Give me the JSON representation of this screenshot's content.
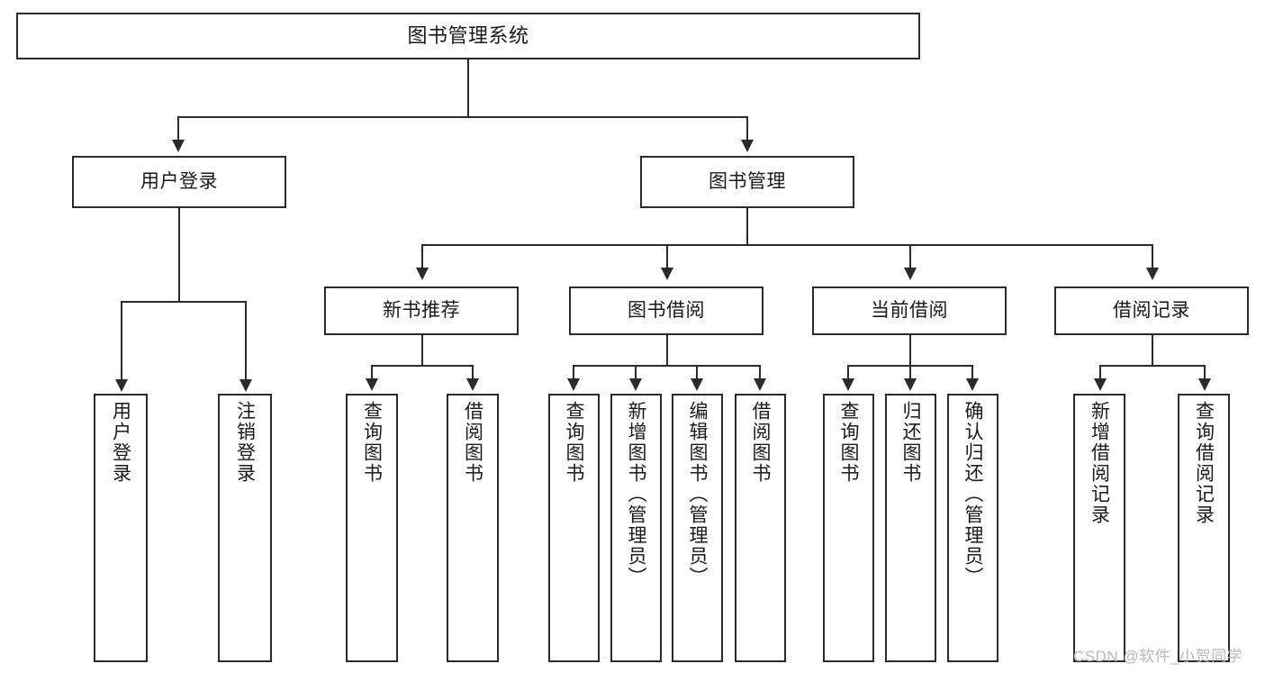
{
  "diagram": {
    "type": "tree-hierarchy-flowchart",
    "title": "图书管理系统",
    "nodes": {
      "root": {
        "label": "图书管理系统"
      },
      "level2": [
        {
          "id": "user-login",
          "label": "用户登录"
        },
        {
          "id": "book-management",
          "label": "图书管理"
        }
      ],
      "level3": [
        {
          "id": "new-book-recommend",
          "label": "新书推荐"
        },
        {
          "id": "book-borrow",
          "label": "图书借阅"
        },
        {
          "id": "current-borrow",
          "label": "当前借阅"
        },
        {
          "id": "borrow-record",
          "label": "借阅记录"
        }
      ],
      "leaves": [
        {
          "id": "leaf-user-login",
          "label": "用户登录",
          "parent": "user-login"
        },
        {
          "id": "leaf-logout",
          "label": "注销登录",
          "parent": "user-login"
        },
        {
          "id": "leaf-query-book-1",
          "label": "查询图书",
          "parent": "new-book-recommend"
        },
        {
          "id": "leaf-borrow-book-1",
          "label": "借阅图书",
          "parent": "new-book-recommend"
        },
        {
          "id": "leaf-query-book-2",
          "label": "查询图书",
          "parent": "book-borrow"
        },
        {
          "id": "leaf-add-book",
          "label": "新增图书（管理员）",
          "parent": "book-borrow"
        },
        {
          "id": "leaf-edit-book",
          "label": "编辑图书（管理员）",
          "parent": "book-borrow"
        },
        {
          "id": "leaf-borrow-book-2",
          "label": "借阅图书",
          "parent": "book-borrow"
        },
        {
          "id": "leaf-query-book-3",
          "label": "查询图书",
          "parent": "current-borrow"
        },
        {
          "id": "leaf-return-book",
          "label": "归还图书",
          "parent": "current-borrow"
        },
        {
          "id": "leaf-confirm-return",
          "label": "确认归还（管理员）",
          "parent": "current-borrow"
        },
        {
          "id": "leaf-add-record",
          "label": "新增借阅记录",
          "parent": "borrow-record"
        },
        {
          "id": "leaf-query-record",
          "label": "查询借阅记录",
          "parent": "borrow-record"
        }
      ]
    },
    "colors": {
      "stroke": "#2b2b2b",
      "fill": "#ffffff",
      "text": "#1a1a1a",
      "watermark": "#b9b9b9"
    }
  },
  "watermark": {
    "text": "CSDN @软件_小贺同学"
  }
}
